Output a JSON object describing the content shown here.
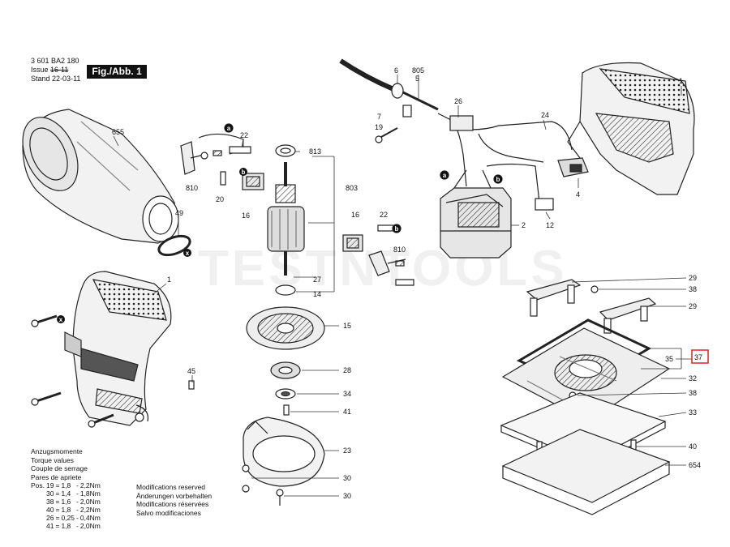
{
  "header": {
    "part_number": "3 601 BA2 180",
    "issue_label": "Issue",
    "issue_value": "16-11",
    "stand_label": "Stand",
    "stand_value": "22-03-11",
    "figure_label": "Fig./Abb. 1"
  },
  "watermark": "TESTNTOOLS",
  "torque": {
    "titles": [
      "Anzugsmomente",
      "Torque values",
      "Couple de serrage",
      "Pares de apriete"
    ],
    "pos_label": "Pos.",
    "rows": [
      {
        "pos": "19",
        "min": "1,8",
        "max": "2,2Nm"
      },
      {
        "pos": "30",
        "min": "1,4",
        "max": "1,8Nm"
      },
      {
        "pos": "38",
        "min": "1,6",
        "max": "2,0Nm"
      },
      {
        "pos": "40",
        "min": "1,8",
        "max": "2,2Nm"
      },
      {
        "pos": "26",
        "min": "0,25",
        "max": "0,4Nm"
      },
      {
        "pos": "41",
        "min": "1,8",
        "max": "2,0Nm"
      }
    ]
  },
  "modifications": [
    "Modifications reserved",
    "Änderungen vorbehalten",
    "Modifications réservées",
    "Salvo modificaciones"
  ],
  "part_labels": {
    "p655": "655",
    "p49": "49",
    "p1a": "1",
    "p45": "45",
    "p22a": "22",
    "p810a": "810",
    "p20": "20",
    "p16a": "16",
    "p813": "813",
    "p803": "803",
    "p27": "27",
    "p14": "14",
    "p15": "15",
    "p28": "28",
    "p34": "34",
    "p41": "41",
    "p23": "23",
    "p30a": "30",
    "p30b": "30",
    "p16b": "16",
    "p22b": "22",
    "p810b": "810",
    "p6": "6",
    "p805": "805",
    "p5": "5",
    "p26": "26",
    "p7": "7",
    "p19": "19",
    "p24": "24",
    "p4": "4",
    "p12": "12",
    "p2": "2",
    "p1b": "1",
    "p29a": "29",
    "p38a": "38",
    "p29b": "29",
    "p35": "35",
    "p37": "37",
    "p32": "32",
    "p38b": "38",
    "p33": "33",
    "p40": "40",
    "p654": "654"
  },
  "markers": {
    "a": "a",
    "b": "b",
    "x": "x"
  }
}
